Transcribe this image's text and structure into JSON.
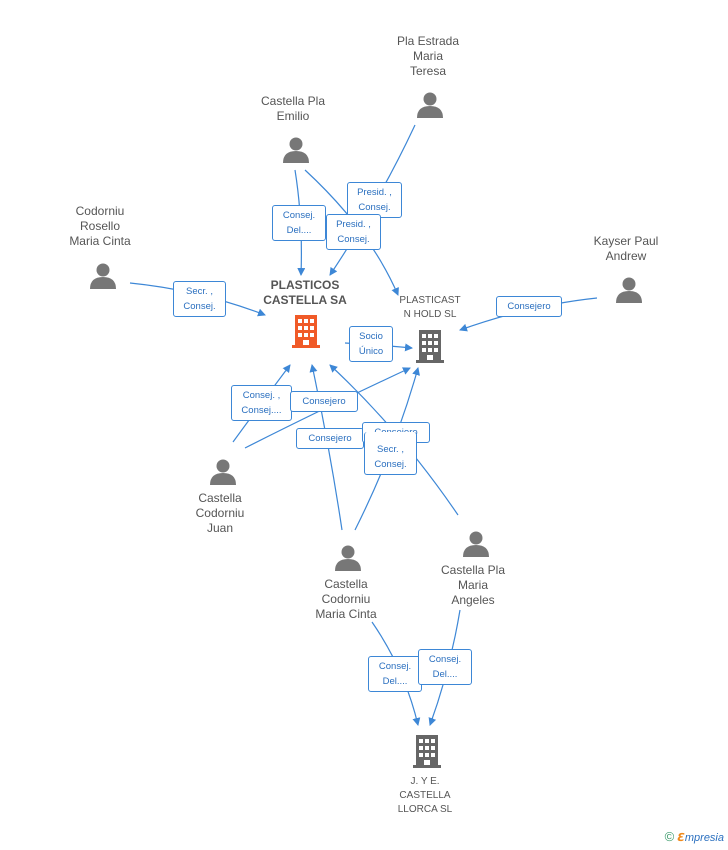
{
  "people": {
    "pla_estrada": {
      "label": "Pla Estrada\nMaria\nTeresa"
    },
    "castella_pla_emilio": {
      "label": "Castella Pla\nEmilio"
    },
    "codorniu_rosello": {
      "label": "Codorniu\nRosello\nMaria Cinta"
    },
    "kayser": {
      "label": "Kayser Paul\nAndrew"
    },
    "castella_codorniu_juan": {
      "label": "Castella\nCodorniu\nJuan"
    },
    "castella_codorniu_maria": {
      "label": "Castella\nCodorniu\nMaria Cinta"
    },
    "castella_pla_maria": {
      "label": "Castella Pla\nMaria\nAngeles"
    }
  },
  "companies": {
    "plasticos": {
      "label": "PLASTICOS\nCASTELLA SA",
      "color": "#f05a28"
    },
    "plasticastn": {
      "label": "PLASTICAST\nN HOLD SL",
      "color": "#666666"
    },
    "jye": {
      "label": "J. Y E.\nCASTELLA\nLLORCA SL",
      "color": "#666666"
    }
  },
  "edges": {
    "presid1": "Presid. ,\nConsej.",
    "consej_del_emilio": "Consej.\nDel....",
    "presid2": "Presid. ,\nConsej.",
    "secr": "Secr. ,\nConsej.",
    "consejero_kayser": "Consejero",
    "socio": "Socio\nÚnico",
    "consej_juan": "Consej. ,\nConsej....",
    "consejero_juan": "Consejero",
    "consejero_maria_cinta": "Consejero",
    "consejero_mc_pl": "Consejero",
    "secr_consej": "Secr. ,\nConsej.",
    "consej_del_mc": "Consej.\nDel....",
    "consej_del_ma": "Consej.\nDel...."
  },
  "colors": {
    "edge": "#3d87d6",
    "person": "#777777"
  },
  "brand": {
    "copyright": "©",
    "first": "ℇ",
    "rest": "mpresia"
  }
}
